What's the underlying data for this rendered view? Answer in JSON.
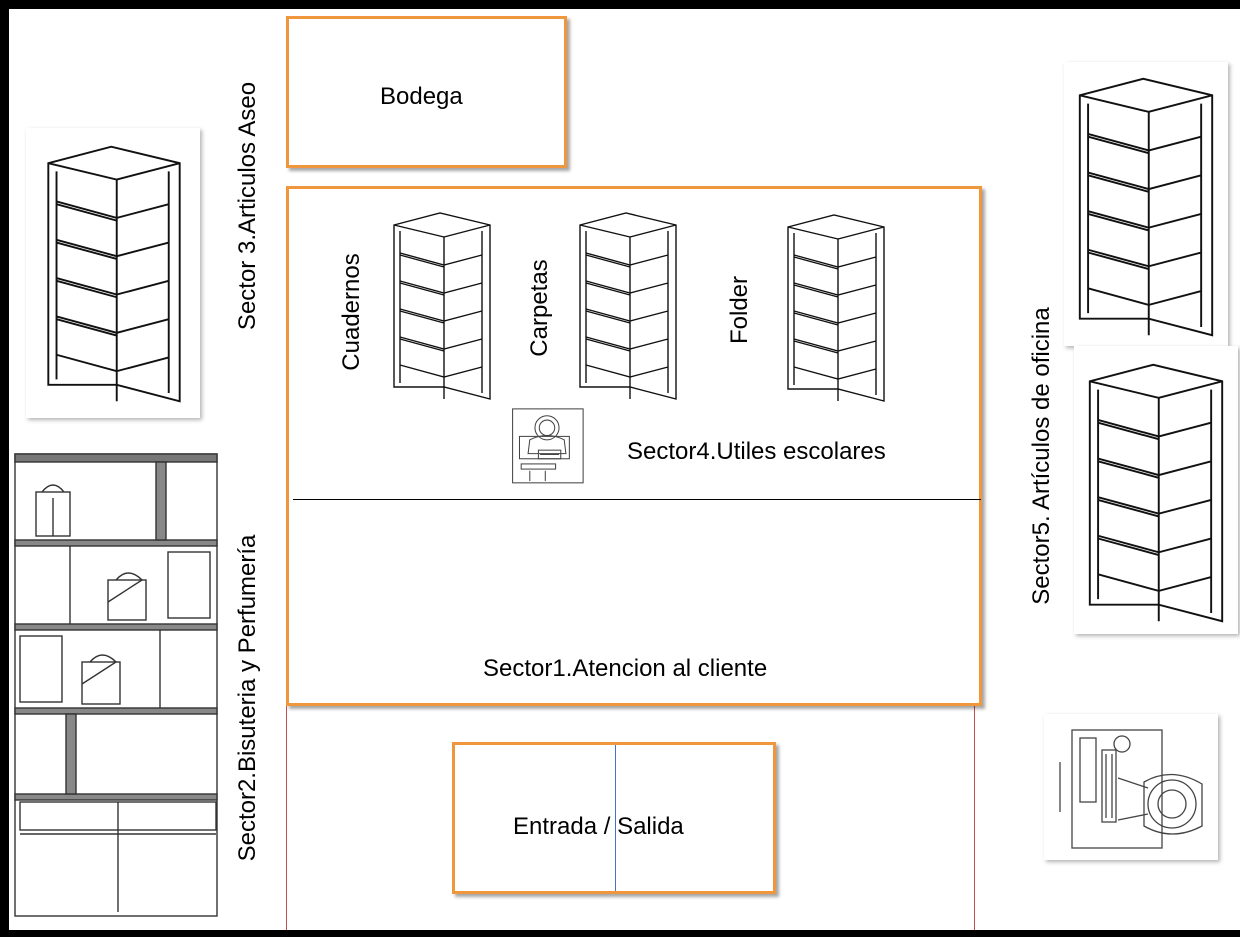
{
  "zones": {
    "bodega": "Bodega",
    "atencion": "Sector1.Atencion al cliente",
    "utiles": "Sector4.Utiles escolares",
    "entrada": "Entrada / Salida"
  },
  "shelf_labels": {
    "cuadernos": "Cuadernos",
    "carpetas": "Carpetas",
    "folder": "Folder"
  },
  "sector_labels": {
    "aseo": "Sector 3.Articulos Aseo",
    "bisuteria": "Sector2.Bisuteria y Perfumería",
    "oficina": "Sector5. Artículos de oficina"
  },
  "colors": {
    "zone_border": "#f0963c",
    "divider_red": "#c0504d",
    "door_blue": "#4472c4"
  },
  "icons": [
    "bookshelf-icon",
    "display-shelf-icon",
    "desk-worker-icon"
  ]
}
